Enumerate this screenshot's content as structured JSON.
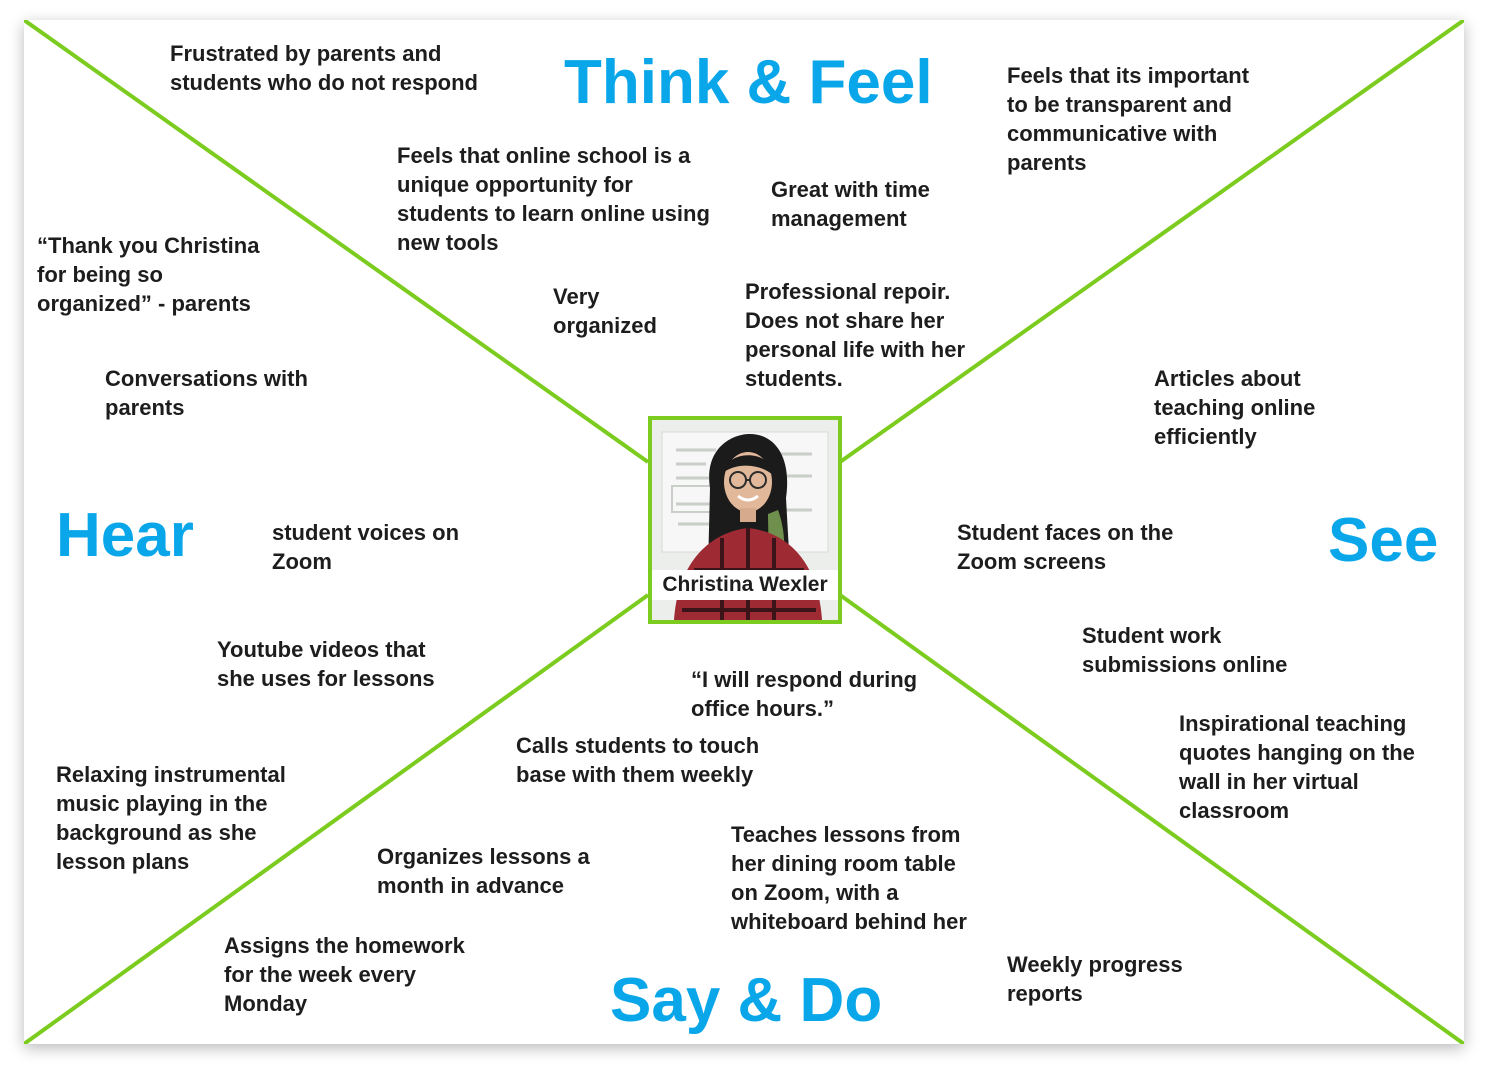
{
  "colors": {
    "divider": "#7ccc1f",
    "label": "#0aa6ea",
    "text": "#1d1d1d"
  },
  "quadrants": {
    "think_feel": "Think & Feel",
    "hear": "Hear",
    "see": "See",
    "say_do": "Say & Do"
  },
  "persona": {
    "name": "Christina Wexler"
  },
  "notes": {
    "frustrated": "Frustrated by parents and\nstudents who do not respond",
    "transparent": "Feels that its important\nto be transparent and\ncommunicative with\nparents",
    "online_school": "Feels that online school is a\nunique opportunity for\nstudents to learn online using\nnew tools",
    "time_mgmt": "Great with time\nmanagement",
    "thank_you": "“Thank you Christina\nfor being so\norganized” - parents",
    "very_organized": "Very\norganized",
    "professional": "Professional repoir.\nDoes not share her\npersonal life with her\nstudents.",
    "conversations": "Conversations with\nparents",
    "articles": "Articles about\nteaching online\nefficiently",
    "student_voices": "student voices on\nZoom",
    "student_faces": "Student faces on the\nZoom screens",
    "student_work": "Student work\nsubmissions online",
    "youtube": "Youtube videos that\nshe uses for lessons",
    "respond": "“I will respond during\noffice hours.”",
    "inspirational": "Inspirational teaching\nquotes hanging on the\nwall in her virtual\nclassroom",
    "calls": "Calls students to touch\nbase with them weekly",
    "relaxing": "Relaxing instrumental\nmusic playing in the\nbackground as she\nlesson plans",
    "dining": "Teaches lessons from\nher dining room table\non Zoom, with a\nwhiteboard behind her",
    "organizes": "Organizes lessons a\nmonth in advance",
    "homework": "Assigns the homework\nfor the week every\nMonday",
    "weekly": "Weekly progress\nreports"
  }
}
